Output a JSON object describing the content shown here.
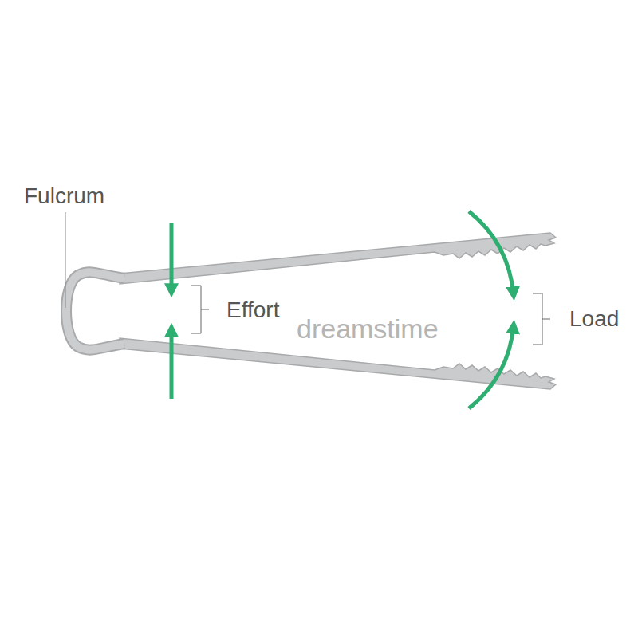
{
  "diagram": {
    "labels": [
      "Fulcrum",
      "Effort",
      "Load",
      "dreamstime"
    ]
  }
}
